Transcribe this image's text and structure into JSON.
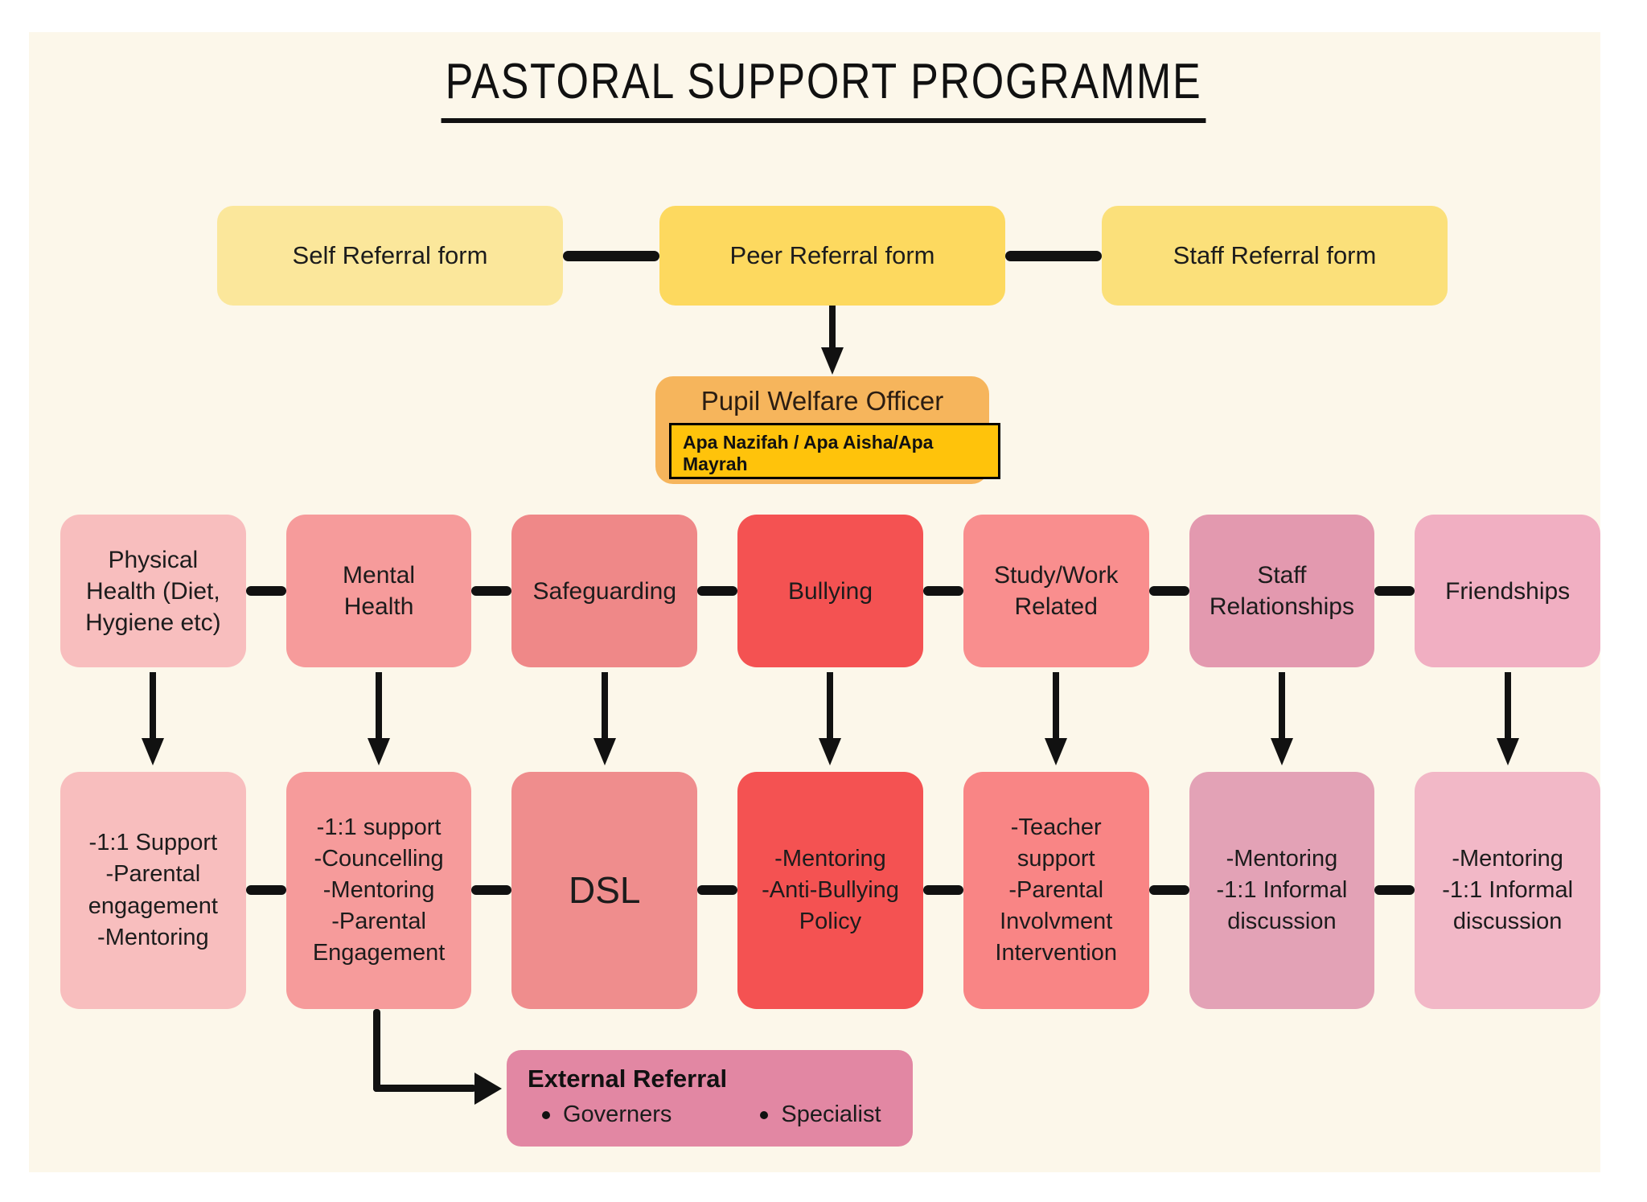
{
  "page": {
    "title": "PASTORAL SUPPORT PROGRAMME",
    "background": "#FFFFFF",
    "canvas_color": "#FCF7EA",
    "text_color": "#1C1C1C",
    "connector_color": "#111111"
  },
  "referral_forms": [
    {
      "label": "Self Referral form",
      "color": "#FBE79B"
    },
    {
      "label": "Peer Referral form",
      "color": "#FDD95F"
    },
    {
      "label": "Staff Referral form",
      "color": "#FBE07A"
    }
  ],
  "welfare_officer": {
    "title": "Pupil Welfare Officer",
    "names": "Apa Nazifah / Apa Aisha/Apa Mayrah",
    "box_color": "#F6B55C",
    "names_box_color": "#FFC30B"
  },
  "categories": [
    {
      "label": "Physical\nHealth (Diet,\nHygiene etc)",
      "color": "#F8BEBE"
    },
    {
      "label": "Mental\nHealth",
      "color": "#F69B9B"
    },
    {
      "label": "Safeguarding",
      "color": "#EF8888"
    },
    {
      "label": "Bullying",
      "color": "#F45252"
    },
    {
      "label": "Study/Work\nRelated",
      "color": "#F98E8E"
    },
    {
      "label": "Staff\nRelationships",
      "color": "#E399AF"
    },
    {
      "label": "Friendships",
      "color": "#F1AFC2"
    }
  ],
  "supports": [
    {
      "text": "-1:1 Support\n-Parental\nengagement\n-Mentoring",
      "color": "#F8BEBE"
    },
    {
      "text": "-1:1 support\n-Councelling\n-Mentoring\n-Parental\nEngagement",
      "color": "#F69B9B"
    },
    {
      "text": "DSL",
      "color": "#EF8D8D"
    },
    {
      "text": "-Mentoring\n-Anti-Bullying\nPolicy",
      "color": "#F45252"
    },
    {
      "text": "-Teacher\nsupport\n-Parental\nInvolvment\nIntervention",
      "color": "#F98585"
    },
    {
      "text": "-Mentoring\n-1:1 Informal\ndiscussion",
      "color": "#E3A2B6"
    },
    {
      "text": "-Mentoring\n-1:1 Informal\ndiscussion",
      "color": "#F2B8C7"
    }
  ],
  "external_referral": {
    "title": "External Referral",
    "items": [
      "Governers",
      "Specialist"
    ],
    "color": "#E287A3"
  }
}
